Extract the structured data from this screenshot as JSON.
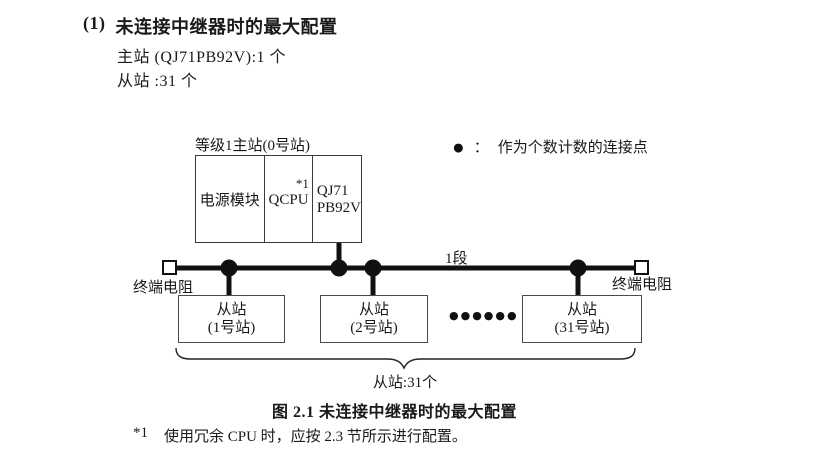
{
  "colors": {
    "ink": "#1a1a1a",
    "line": "#111111"
  },
  "header": {
    "index": "(1)",
    "title": "未连接中继器时的最大配置",
    "master_line": "主站 (QJ71PB92V):1 个",
    "slave_line": "从站 :31 个"
  },
  "diagram": {
    "master": {
      "label": "等级1主站(0号站)",
      "power_module": "电源模块",
      "cpu": "QCPU",
      "cpu_note": "*1",
      "module_line1": "QJ71",
      "module_line2": "PB92V"
    },
    "legend": {
      "symbol": "●",
      "colon": "：",
      "text": "作为个数计数的连接点"
    },
    "segment_label": "1段",
    "terminator_left": "终端电阻",
    "terminator_right": "终端电阻",
    "slaves": [
      {
        "line1": "从站",
        "line2": "(1号站)"
      },
      {
        "line1": "从站",
        "line2": "(2号站)"
      },
      {
        "line1": "从站",
        "line2": "(31号站)"
      }
    ],
    "ellipsis": "●●●●●●",
    "brace_label": "从站:31个"
  },
  "caption": "图 2.1 未连接中继器时的最大配置",
  "footnote": {
    "marker": "*1",
    "text": "使用冗余 CPU 时，应按 2.3 节所示进行配置。"
  }
}
